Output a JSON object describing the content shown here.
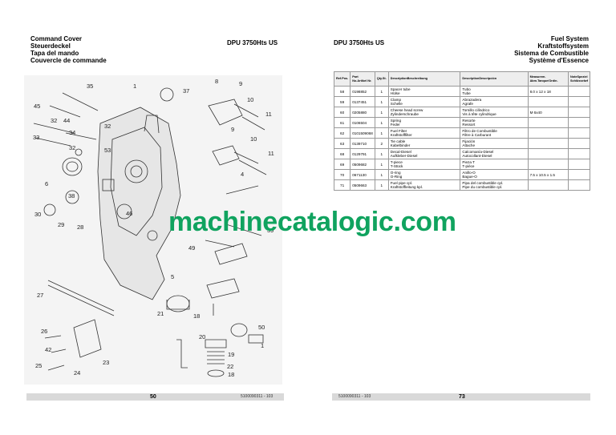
{
  "left_page": {
    "title_lines": [
      "Command Cover",
      "Steuerdeckel",
      "Tapa del mando",
      "Couvercle de commande"
    ],
    "model": "DPU 3750Hts US",
    "callouts": [
      "35",
      "1",
      "37",
      "8",
      "9",
      "45",
      "10",
      "32",
      "44",
      "32",
      "11",
      "33",
      "34",
      "32",
      "53",
      "9",
      "10",
      "11",
      "6",
      "4",
      "38",
      "30",
      "46",
      "29",
      "28",
      "39",
      "49",
      "5",
      "27",
      "21",
      "18",
      "20",
      "50",
      "1",
      "26",
      "42",
      "19",
      "22",
      "25",
      "24",
      "23",
      "18"
    ],
    "page_number": "50",
    "doc_code": "5100090311 - 103"
  },
  "right_page": {
    "model": "DPU 3750Hts US",
    "title_lines": [
      "Fuel System",
      "Kraftstoffsystem",
      "Sistema de Combustible",
      "Système d'Essence"
    ],
    "page_number": "73",
    "doc_code": "5100090311 - 103",
    "table": {
      "headers": {
        "ref": [
          "Ref.",
          "Pos."
        ],
        "part": [
          "Part No.",
          "Artikel Nr."
        ],
        "qty": [
          "Qty.",
          "St."
        ],
        "desc1": [
          "Description",
          "Beschreibung"
        ],
        "desc2": [
          "Description",
          "Descripción"
        ],
        "measure": [
          "Measurem. Abm.",
          "Tanque/Ordin."
        ],
        "note": [
          "Note",
          "Speziel Schlüsselwf"
        ]
      },
      "rows": [
        {
          "ref": "58",
          "part": "0198852",
          "qty": "1",
          "desc1": [
            "Spacer tube",
            "Hülse"
          ],
          "desc2": [
            "Tubo",
            "Tube"
          ],
          "measure": "8.0 x 12 x 18",
          "note": ""
        },
        {
          "ref": "59",
          "part": "0137451",
          "qty": "1",
          "desc1": [
            "Clamp",
            "Schelle"
          ],
          "desc2": [
            "Abrazadera",
            "Agrafe"
          ],
          "measure": "",
          "note": ""
        },
        {
          "ref": "60",
          "part": "0205880",
          "qty": "1",
          "desc1": [
            "Cheese head screw",
            "Zylinderschraube"
          ],
          "desc2": [
            "Tornillo cilíndrico",
            "Vis à tête cylindrique"
          ],
          "measure": "M 6x40",
          "note": ""
        },
        {
          "ref": "61",
          "part": "0106504",
          "qty": "1",
          "desc1": [
            "Spring",
            "Feder"
          ],
          "desc2": [
            "Resorte",
            "Ressort"
          ],
          "measure": "",
          "note": ""
        },
        {
          "ref": "62",
          "part": "0101509068",
          "qty": "1",
          "desc1": [
            "Fuel Filter",
            "Kraftstofffilter"
          ],
          "desc2": [
            "Filtro de Combustible",
            "Filtre à Carburant"
          ],
          "measure": "",
          "note": ""
        },
        {
          "ref": "63",
          "part": "0139710",
          "qty": "2",
          "desc1": [
            "Tie cable",
            "Kabelbinder"
          ],
          "desc2": [
            "Fijación",
            "Attache"
          ],
          "measure": "",
          "note": ""
        },
        {
          "ref": "68",
          "part": "0129791",
          "qty": "1",
          "desc1": [
            "Decal-Diesel",
            "Aufkleber-Diesel"
          ],
          "desc2": [
            "Calcomanía-Diesel",
            "Autocollant-Diesel"
          ],
          "measure": "",
          "note": ""
        },
        {
          "ref": "69",
          "part": "0509682",
          "qty": "1",
          "desc1": [
            "T-piece",
            "T-Stück"
          ],
          "desc2": [
            "Pieza T",
            "T-pièce"
          ],
          "measure": "",
          "note": ""
        },
        {
          "ref": "70",
          "part": "0671130",
          "qty": "1",
          "desc1": [
            "O-ring",
            "O-Ring"
          ],
          "desc2": [
            "Anillo-O",
            "Bague-O"
          ],
          "measure": "7.5 x 10.5 x 1.5",
          "note": ""
        },
        {
          "ref": "71",
          "part": "0509663",
          "qty": "1",
          "desc1": [
            "Fuel pipe cpl.",
            "Kraftstoffleitung kpl."
          ],
          "desc2": [
            "Pipa del combustible cpl.",
            "Pipe du combustible cpl."
          ],
          "measure": "",
          "note": ""
        }
      ]
    }
  },
  "watermark": "machinecatalogic.com",
  "colors": {
    "watermark": "#10a35f",
    "footer_bar": "#d9d9d9",
    "figure_bg": "#f4f4f4",
    "table_header": "#eeeeee"
  }
}
